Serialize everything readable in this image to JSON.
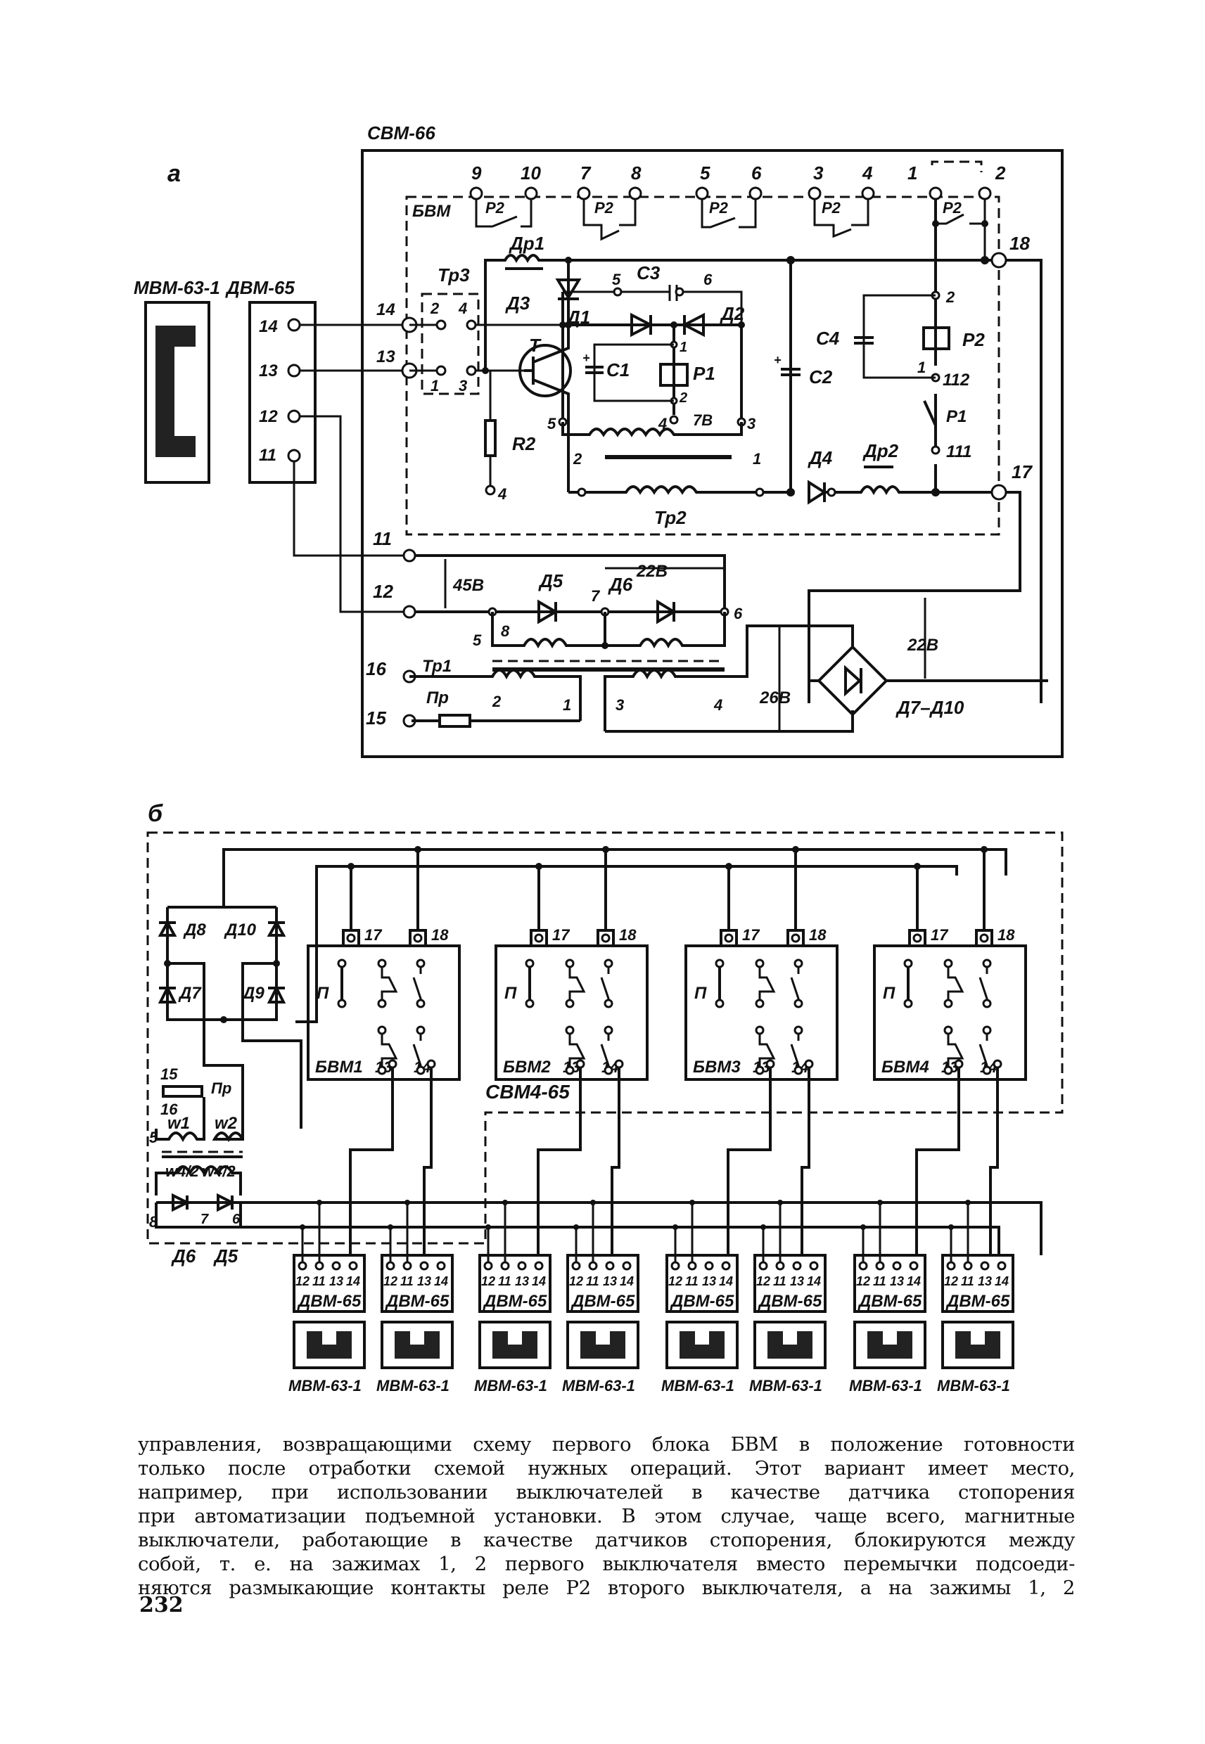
{
  "figure": {
    "part_a": {
      "label": "а",
      "station_label": "СВМ-66",
      "magnet_label": "МВМ-63-1",
      "sensor_label": "ДВМ-65",
      "sensor_terminals": [
        "14",
        "13",
        "12",
        "11"
      ],
      "block_label": "БВМ",
      "top_terminals": [
        "9",
        "10",
        "7",
        "8",
        "5",
        "6",
        "3",
        "4",
        "1",
        "2"
      ],
      "relay_contacts": [
        "Р2",
        "Р2",
        "Р2",
        "Р2",
        "Р2"
      ],
      "station_terminals_in": [
        "14",
        "13"
      ],
      "tr3": {
        "label": "Тр3",
        "pins": [
          "2",
          "4",
          "1",
          "3"
        ]
      },
      "dr1": "Др1",
      "d3": "Д3",
      "transistor": "Т",
      "r2": "R2",
      "r2_pin": "4",
      "c3": {
        "label": "С3",
        "pins": [
          "5",
          "6"
        ]
      },
      "d1": "Д1",
      "d2": "Д2",
      "c1": "С1",
      "p1": {
        "label": "Р1",
        "pins": [
          "1",
          "2"
        ]
      },
      "tr2_taps": [
        "5",
        "4",
        "3"
      ],
      "tap_voltage": "7В",
      "tr2": {
        "label": "Тр2",
        "pins": [
          "2",
          "1"
        ]
      },
      "c2": "С2",
      "c4": "С4",
      "p2": {
        "label": "Р2",
        "pins": [
          "2",
          "1"
        ]
      },
      "p2_node": "112",
      "p1_contact": "Р1",
      "p1_node": "111",
      "d4": "Д4",
      "dr2": "Др2",
      "out_terminals": [
        "18",
        "17"
      ],
      "supply_terminals": [
        "11",
        "12",
        "16",
        "15"
      ],
      "v45": "45В",
      "d5": "Д5",
      "d6": "Д6",
      "v22_top": "22В",
      "nodes_mid": [
        "8",
        "7",
        "6",
        "5"
      ],
      "tr1": "Тр1",
      "fuse": "Пр",
      "tr1_pins": [
        "2",
        "1",
        "3",
        "4"
      ],
      "v26": "26В",
      "v22_right": "22В",
      "bridge": "Д7–Д10"
    },
    "part_b": {
      "label": "б",
      "station_label": "СВМ4-65",
      "diodes": [
        "Д8",
        "Д10",
        "Д7",
        "Д9"
      ],
      "fuse_terminals": [
        "15",
        "16",
        "5",
        "8"
      ],
      "fuse": "Пр",
      "windings": [
        "w1",
        "w2",
        "w4/2",
        "w4/2"
      ],
      "node_labels": [
        "7",
        "6"
      ],
      "rect_diodes": [
        "Д6",
        "Д5"
      ],
      "blocks": [
        {
          "name": "БВМ1",
          "t17": "17",
          "t18": "18",
          "pole": "П",
          "t13": "13",
          "t14": "14"
        },
        {
          "name": "БВМ2",
          "t17": "17",
          "t18": "18",
          "pole": "П",
          "t13": "13",
          "t14": "14"
        },
        {
          "name": "БВМ3",
          "t17": "17",
          "t18": "18",
          "pole": "П",
          "t13": "13",
          "t14": "14"
        },
        {
          "name": "БВМ4",
          "t17": "17",
          "t18": "18",
          "pole": "П",
          "t13": "13",
          "t14": "14"
        }
      ],
      "sensor_pins": [
        "12",
        "11",
        "13",
        "14"
      ],
      "sensors": [
        "ДВМ-65",
        "ДВМ-65",
        "ДВМ-65",
        "ДВМ-65",
        "ДВМ-65",
        "ДВМ-65",
        "ДВМ-65",
        "ДВМ-65"
      ],
      "magnets": [
        "МВМ-63-1",
        "МВМ-63-1",
        "МВМ-63-1",
        "МВМ-63-1",
        "МВМ-63-1",
        "МВМ-63-1",
        "МВМ-63-1",
        "МВМ-63-1"
      ]
    }
  },
  "body": {
    "lines": [
      "управления, возвращающими схему первого блока БВМ в положение готовности",
      "только после отработки схемой нужных операций. Этот вариант имеет место,",
      "например, при использовании выключателей в качестве датчика стопорения",
      "при автоматизации подъемной установки. В этом случае, чаще всего, магнитные",
      "выключатели, работающие в качестве датчиков стопорения, блокируются между",
      "собой, т. е. на зажимах 1, 2 первого выключателя вместо перемычки подсоеди-",
      "няются размыкающие контакты реле Р2 второго выключателя, а на зажимы 1, 2"
    ]
  },
  "page_number": "232"
}
